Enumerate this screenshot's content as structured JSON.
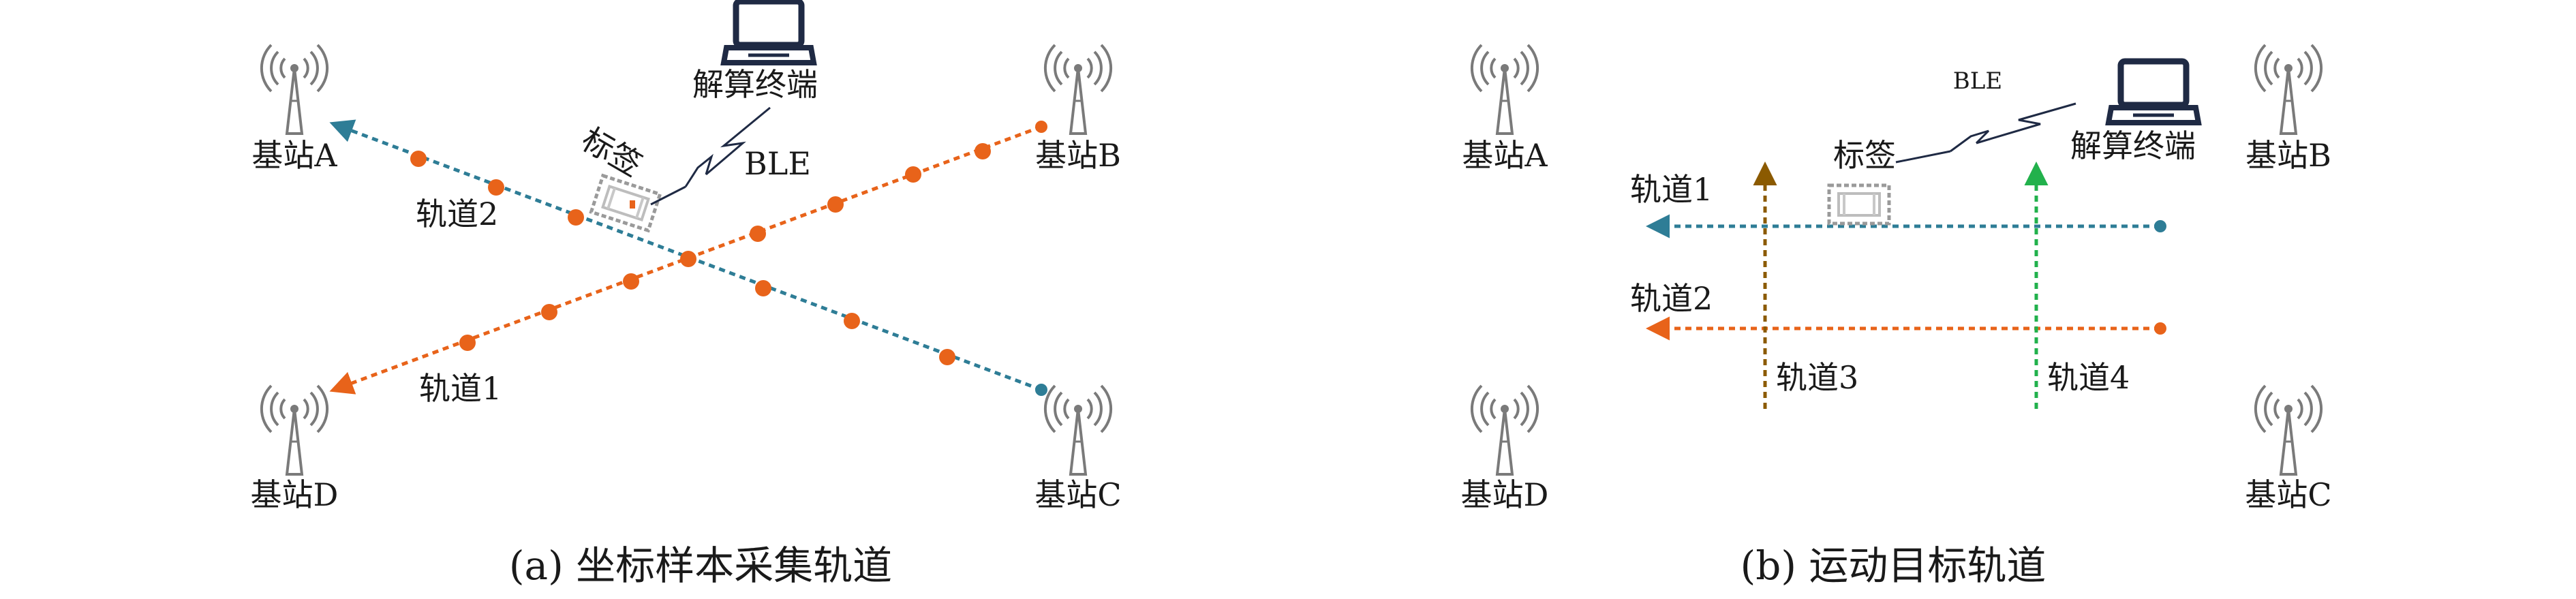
{
  "colors": {
    "blue": "#2e7d96",
    "orange": "#e8631a",
    "brown": "#8b5a00",
    "green": "#22b14c",
    "ink": "#1f2a44",
    "antenna": "#7a7a7a"
  },
  "panel_a": {
    "caption": "(a) 坐标样本采集轨道",
    "stations": [
      "基站A",
      "基站B",
      "基站C",
      "基站D"
    ],
    "terminal_label": "解算终端",
    "tag_label": "标签",
    "ble_label": "BLE",
    "track1_label": "轨道1",
    "track2_label": "轨道2"
  },
  "panel_b": {
    "caption": "(b) 运动目标轨道",
    "stations": [
      "基站A",
      "基站B",
      "基站C",
      "基站D"
    ],
    "terminal_label": "解算终端",
    "tag_label": "标签",
    "ble_label": "BLE",
    "track1_label": "轨道1",
    "track2_label": "轨道2",
    "track3_label": "轨道3",
    "track4_label": "轨道4"
  }
}
